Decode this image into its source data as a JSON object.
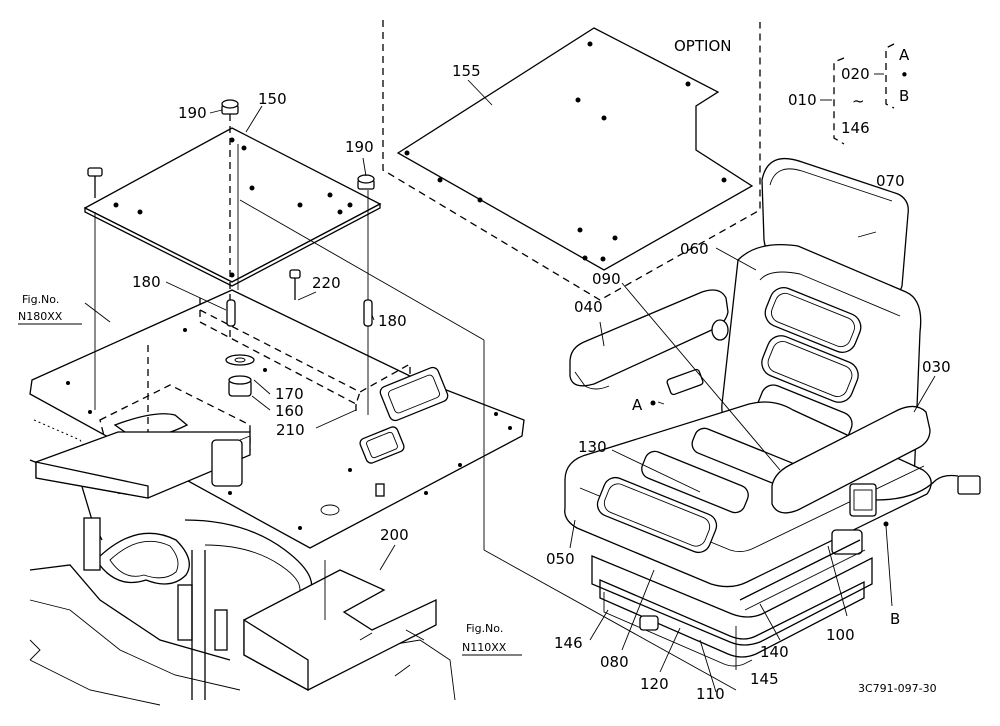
{
  "labels": {
    "option": "OPTION",
    "p155": "155",
    "p150": "150",
    "p190a": "190",
    "p190b": "190",
    "p180a": "180",
    "p180b": "180",
    "p220": "220",
    "p170": "170",
    "p160": "160",
    "p210": "210",
    "p200": "200",
    "p010": "010",
    "p020": "020",
    "p146tilde": "146",
    "tilde": "~",
    "refA": "A",
    "refDot": "•",
    "refB": "B",
    "p070": "070",
    "p060": "060",
    "p090": "090",
    "p040": "040",
    "p030": "030",
    "p130": "130",
    "p050": "050",
    "p100": "100",
    "p140": "140",
    "p146": "146",
    "p080": "080",
    "p120": "120",
    "p110": "110",
    "p145": "145",
    "ptA": "A",
    "ptB": "B",
    "fig1": "Fig.No.",
    "fig1no": "N180XX",
    "fig2": "Fig.No.",
    "fig2no": "N110XX",
    "code": "3C791-097-30"
  }
}
